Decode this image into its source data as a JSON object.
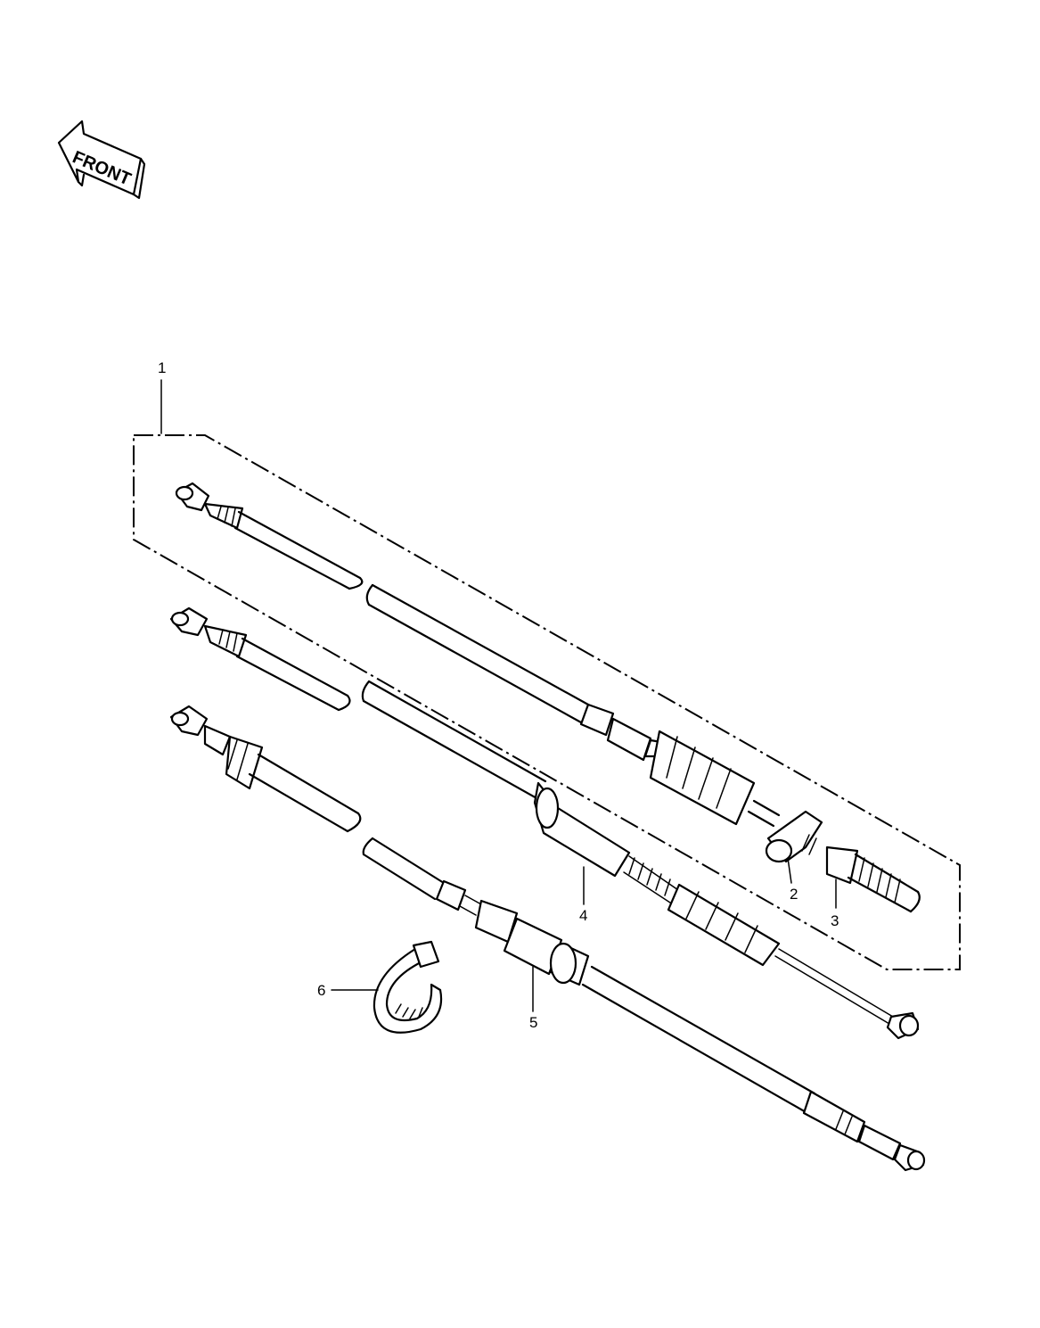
{
  "front_badge": {
    "label": "FRONT",
    "icon": "front-arrow-icon"
  },
  "callouts": [
    {
      "id": "1",
      "label": "1",
      "part": "cable-assembly-group"
    },
    {
      "id": "2",
      "label": "2",
      "part": "adjuster-bracket"
    },
    {
      "id": "3",
      "label": "3",
      "part": "adjuster-nut"
    },
    {
      "id": "4",
      "label": "4",
      "part": "middle-cable"
    },
    {
      "id": "5",
      "label": "5",
      "part": "lower-cable"
    },
    {
      "id": "6",
      "label": "6",
      "part": "cable-clamp"
    }
  ],
  "colors": {
    "ink": "#000000",
    "paper": "#ffffff"
  }
}
